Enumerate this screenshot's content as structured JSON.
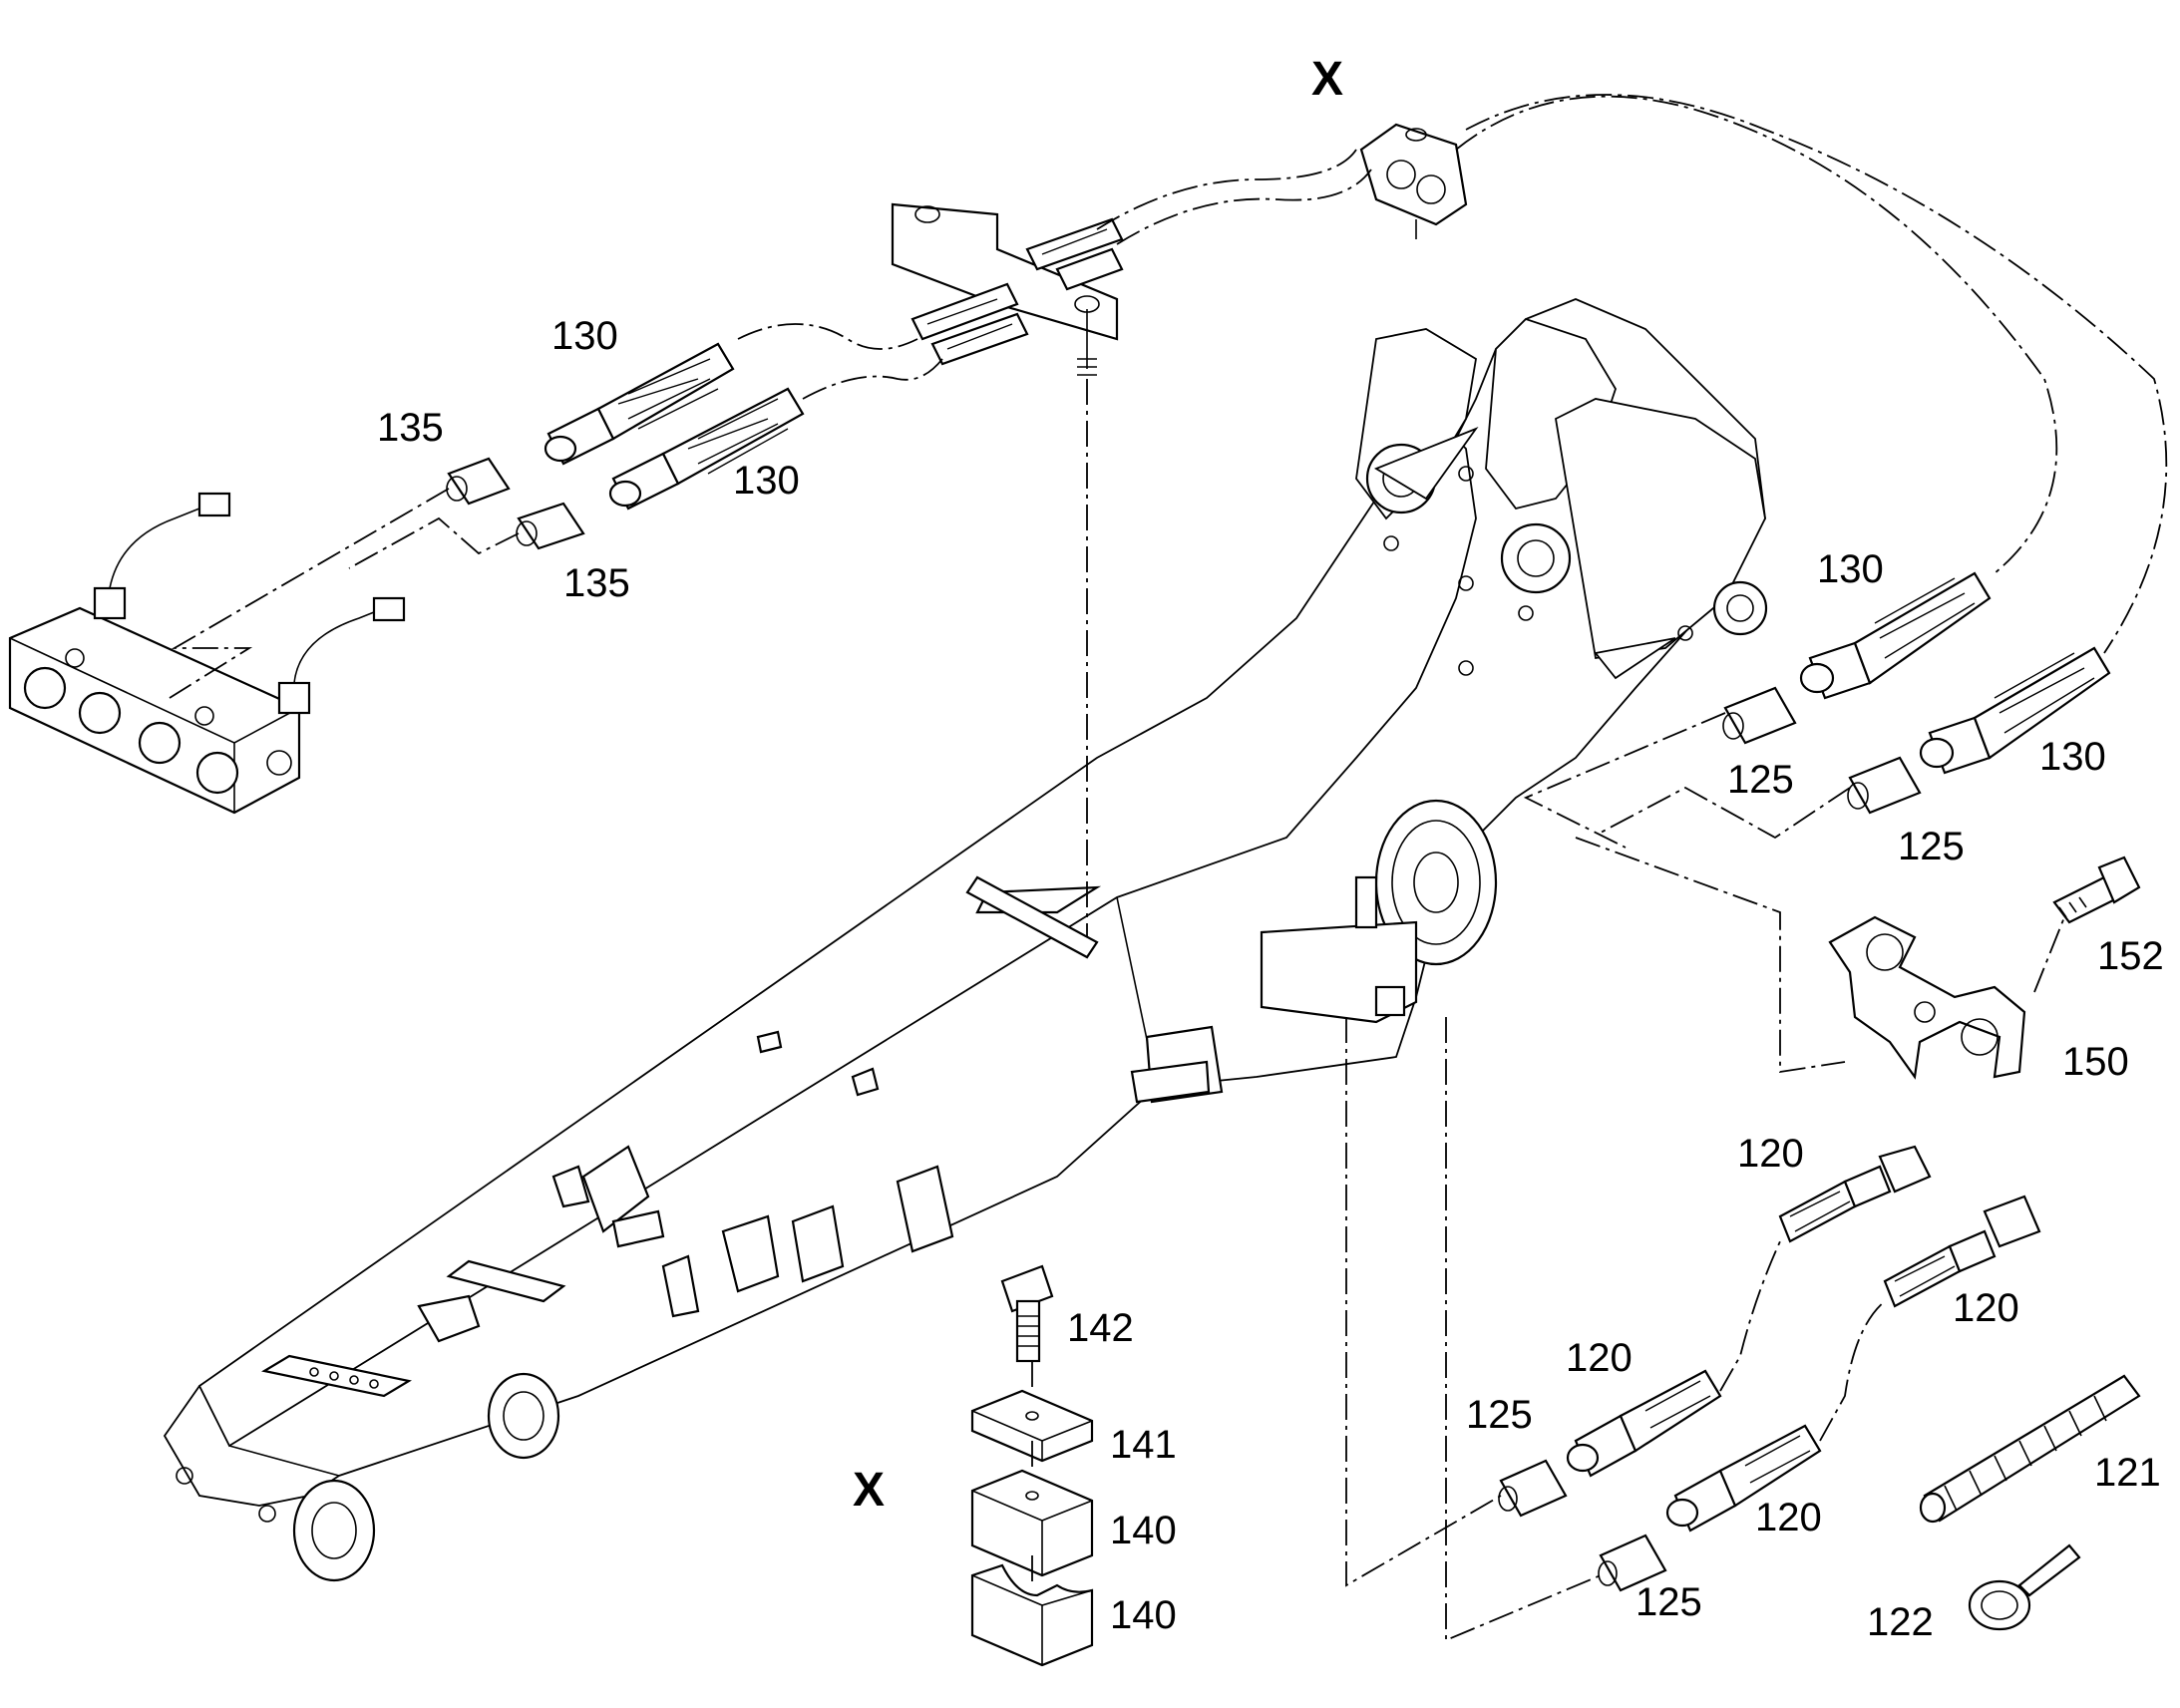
{
  "view_markers": [
    "X",
    "X"
  ],
  "callouts": {
    "c130_top": "130",
    "c130_mid": "130",
    "c135_top": "135",
    "c135_bot": "135",
    "c130_r1": "130",
    "c130_r2": "130",
    "c125_r1": "125",
    "c125_r2": "125",
    "c152": "152",
    "c150": "150",
    "c120_a": "120",
    "c120_b": "120",
    "c120_c": "120",
    "c120_d": "120",
    "c125_l": "125",
    "c125_b": "125",
    "c121": "121",
    "c122": "122",
    "c142": "142",
    "c141": "141",
    "c140_a": "140",
    "c140_b": "140"
  }
}
